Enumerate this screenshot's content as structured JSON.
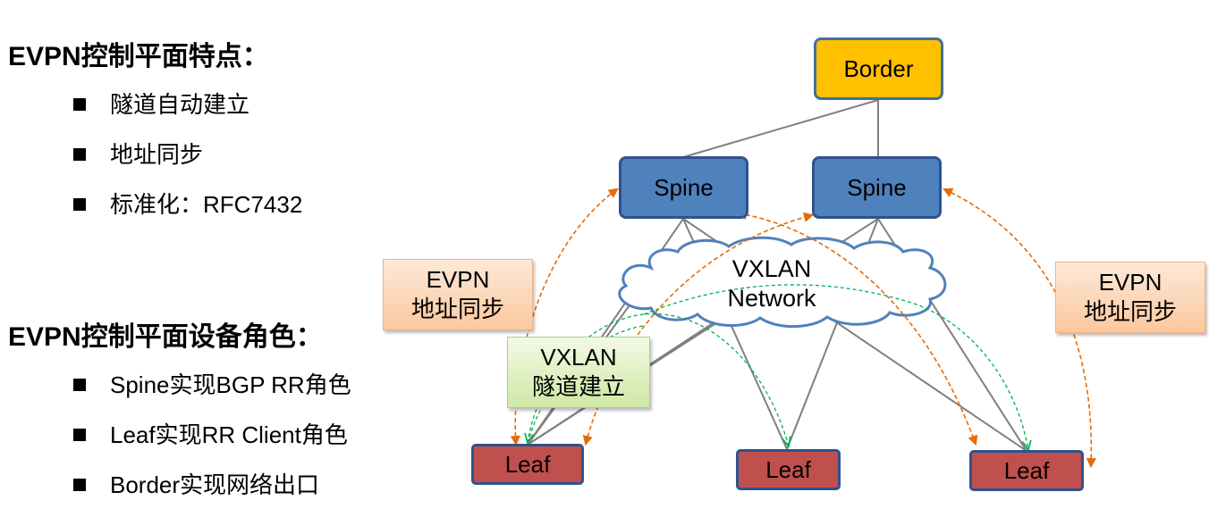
{
  "left_panel": {
    "section1": {
      "heading": "EVPN控制平面特点：",
      "items": [
        "隧道自动建立",
        "地址同步",
        "标准化：RFC7432"
      ]
    },
    "section2": {
      "heading": "EVPN控制平面设备角色：",
      "items": [
        "Spine实现BGP RR角色",
        "Leaf实现RR Client角色",
        "Border实现网络出口"
      ]
    }
  },
  "diagram": {
    "border_label": "Border",
    "spine_labels": [
      "Spine",
      "Spine"
    ],
    "leaf_labels": [
      "Leaf",
      "Leaf",
      "Leaf"
    ],
    "cloud": {
      "line1": "VXLAN",
      "line2": "Network"
    },
    "callout_left": {
      "line1": "EVPN",
      "line2": "地址同步"
    },
    "callout_right": {
      "line1": "EVPN",
      "line2": "地址同步"
    },
    "callout_tunnel": {
      "line1": "VXLAN",
      "line2": "隧道建立"
    },
    "colors": {
      "border_fill": "#ffc000",
      "spine_fill": "#4f81bd",
      "leaf_fill": "#c0504d",
      "node_outline": "#2f528f",
      "link_line": "#808080",
      "evpn_arrow": "#e46c0a",
      "tunnel_arrow": "#00b050",
      "cloud_outline": "#4f81bd"
    }
  }
}
